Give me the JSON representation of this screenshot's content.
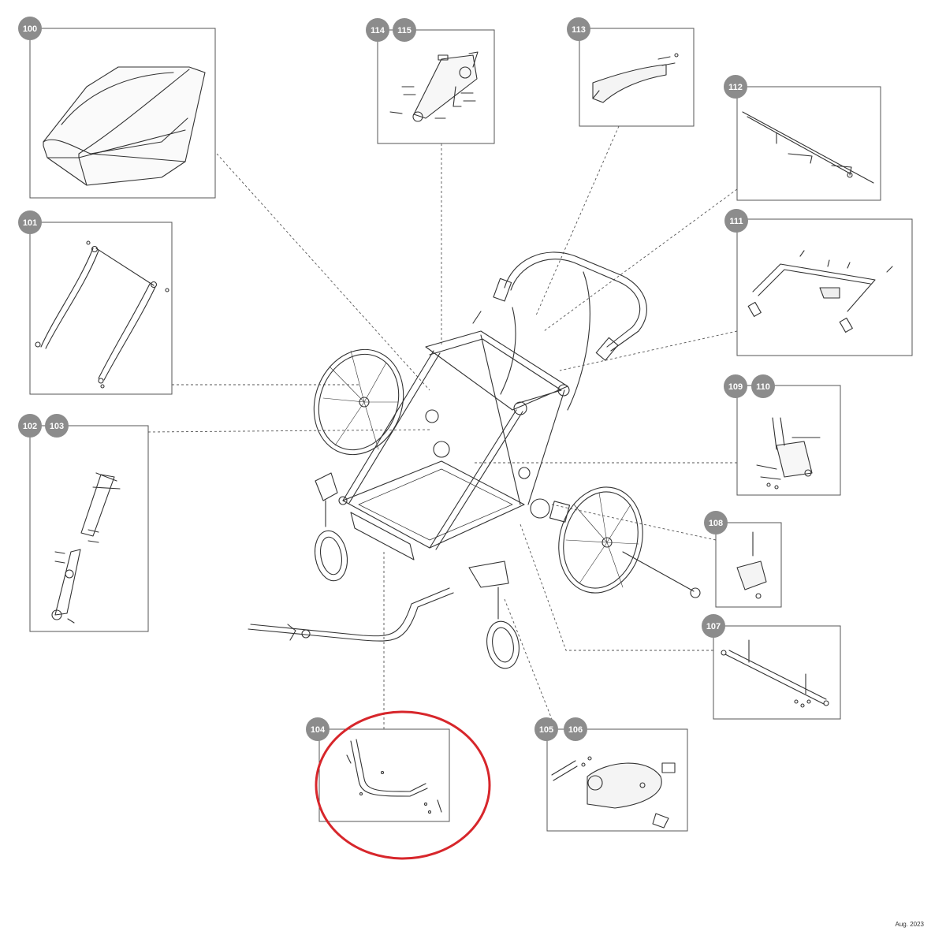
{
  "diagram": {
    "date_label": "Aug. 2023",
    "colors": {
      "badge_fill": "#8c8c8c",
      "badge_text": "#ffffff",
      "line": "#555555",
      "highlight_circle": "#d7262b"
    },
    "highlighted_part": "104",
    "parts": [
      {
        "id": "p100",
        "labels": [
          "100"
        ],
        "depicts": "canopy-cover"
      },
      {
        "id": "p101",
        "labels": [
          "101"
        ],
        "depicts": "roll-bar-tubes"
      },
      {
        "id": "p102",
        "labels": [
          "102",
          "103"
        ],
        "depicts": "side-arm-bracket"
      },
      {
        "id": "p104",
        "labels": [
          "104"
        ],
        "depicts": "tow-arm-bar"
      },
      {
        "id": "p105",
        "labels": [
          "105",
          "106"
        ],
        "depicts": "front-wheel-fork-housing"
      },
      {
        "id": "p107",
        "labels": [
          "107"
        ],
        "depicts": "rear-axle"
      },
      {
        "id": "p108",
        "labels": [
          "108"
        ],
        "depicts": "axle-mount-bracket"
      },
      {
        "id": "p109",
        "labels": [
          "109",
          "110"
        ],
        "depicts": "brake-assembly"
      },
      {
        "id": "p111",
        "labels": [
          "111"
        ],
        "depicts": "handlebar-frame"
      },
      {
        "id": "p112",
        "labels": [
          "112"
        ],
        "depicts": "cross-bar"
      },
      {
        "id": "p113",
        "labels": [
          "113"
        ],
        "depicts": "handle-grip"
      },
      {
        "id": "p114",
        "labels": [
          "114",
          "115"
        ],
        "depicts": "folding-hinge"
      }
    ]
  }
}
